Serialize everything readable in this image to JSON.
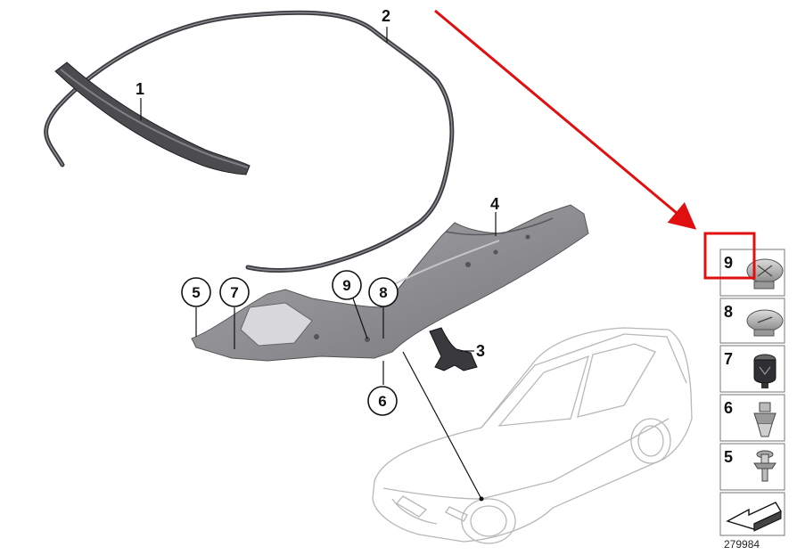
{
  "diagram": {
    "callouts_plain": [
      {
        "id": "1",
        "label": "1"
      },
      {
        "id": "2",
        "label": "2"
      },
      {
        "id": "3",
        "label": "3"
      },
      {
        "id": "4",
        "label": "4"
      }
    ],
    "callouts_circled": [
      {
        "id": "5",
        "label": "5"
      },
      {
        "id": "7",
        "label": "7"
      },
      {
        "id": "9",
        "label": "9"
      },
      {
        "id": "8",
        "label": "8"
      },
      {
        "id": "6",
        "label": "6"
      }
    ],
    "side_panel": [
      {
        "id": "9",
        "label": "9",
        "highlighted": true
      },
      {
        "id": "8",
        "label": "8"
      },
      {
        "id": "7",
        "label": "7"
      },
      {
        "id": "6",
        "label": "6"
      },
      {
        "id": "5",
        "label": "5"
      }
    ],
    "reference_number": "279984",
    "colors": {
      "highlight": "#e01010",
      "arrow": "#e01010",
      "part_fill": "#8f8f93",
      "seal": "#4a4a4e",
      "car_outline": "#b8b8b8"
    }
  }
}
